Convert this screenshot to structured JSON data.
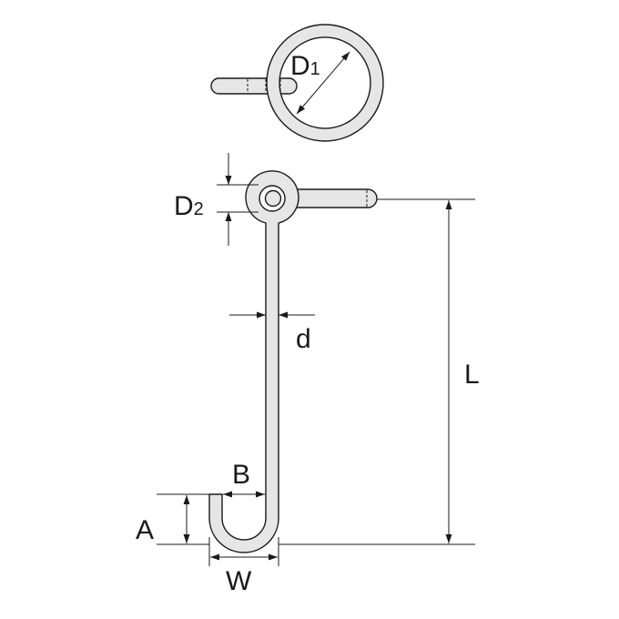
{
  "labels": {
    "d1_main": "D",
    "d1_sub": "1",
    "d2_main": "D",
    "d2_sub": "2",
    "d": "d",
    "l": "L",
    "b": "B",
    "a": "A",
    "w": "W"
  },
  "colors": {
    "stroke": "#1a1a1a",
    "rod_fill": "#e6e6e6",
    "background": "#ffffff"
  }
}
